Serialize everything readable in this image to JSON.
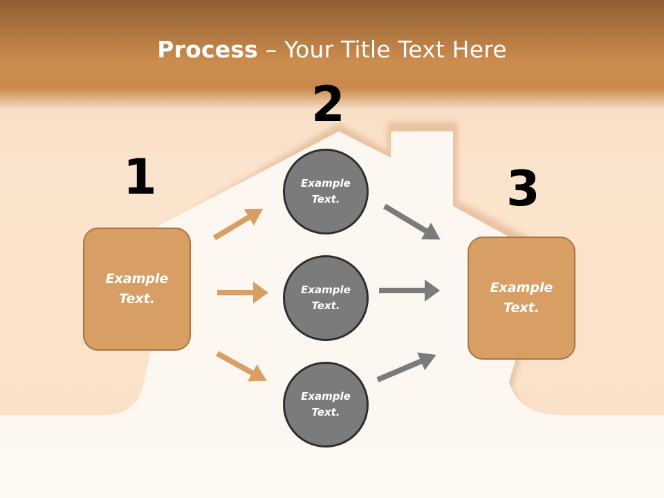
{
  "title": {
    "bold": "Process",
    "rest": " – Your Title Text Here"
  },
  "steps": [
    {
      "number": "1"
    },
    {
      "number": "2"
    },
    {
      "number": "3"
    }
  ],
  "left_box": {
    "text": "Example Text."
  },
  "right_box": {
    "text": "Example Text."
  },
  "circles": [
    {
      "text": "Example Text."
    },
    {
      "text": "Example Text."
    },
    {
      "text": "Example Text."
    }
  ],
  "colors": {
    "accent_orange": "#d89f65",
    "accent_gray": "#7b7b7b",
    "title_bar": "#c98a4c"
  }
}
